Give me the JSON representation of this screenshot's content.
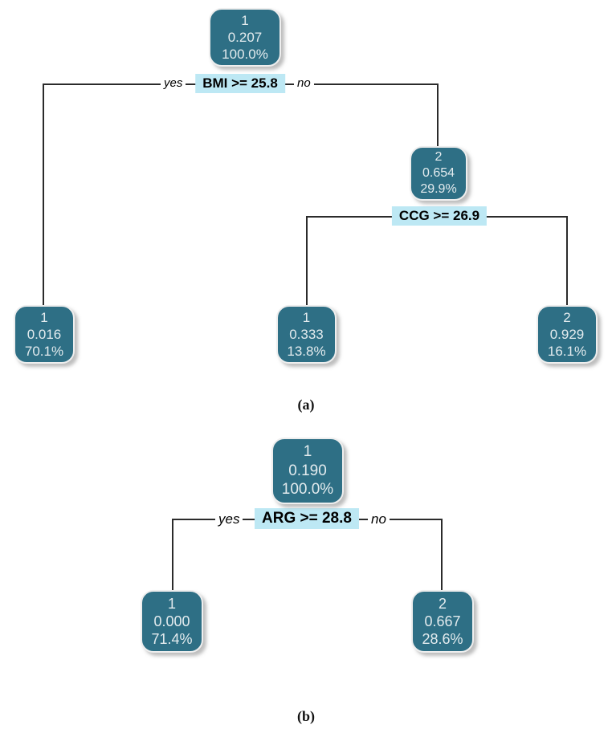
{
  "colors": {
    "node_fill": "#2E6F85",
    "node_border": "#EEEEEE",
    "node_text": "#E3EBEE",
    "split_bg": "#BDE8F4",
    "split_text": "#000000",
    "line": "#2B2B2B",
    "page_bg": "#FFFFFF"
  },
  "trees": [
    {
      "caption": "(a)",
      "nodes": [
        {
          "label": "1",
          "value": "0.207",
          "pct": "100.0%"
        },
        {
          "label": "2",
          "value": "0.654",
          "pct": "29.9%"
        },
        {
          "label": "1",
          "value": "0.016",
          "pct": "70.1%"
        },
        {
          "label": "1",
          "value": "0.333",
          "pct": "13.8%"
        },
        {
          "label": "2",
          "value": "0.929",
          "pct": "16.1%"
        }
      ],
      "splits": [
        {
          "condition": "BMI >= 25.8",
          "yes": "yes",
          "no": "no"
        },
        {
          "condition": "CCG >= 26.9"
        }
      ]
    },
    {
      "caption": "(b)",
      "nodes": [
        {
          "label": "1",
          "value": "0.190",
          "pct": "100.0%"
        },
        {
          "label": "1",
          "value": "0.000",
          "pct": "71.4%"
        },
        {
          "label": "2",
          "value": "0.667",
          "pct": "28.6%"
        }
      ],
      "splits": [
        {
          "condition": "ARG >= 28.8",
          "yes": "yes",
          "no": "no"
        }
      ]
    }
  ]
}
